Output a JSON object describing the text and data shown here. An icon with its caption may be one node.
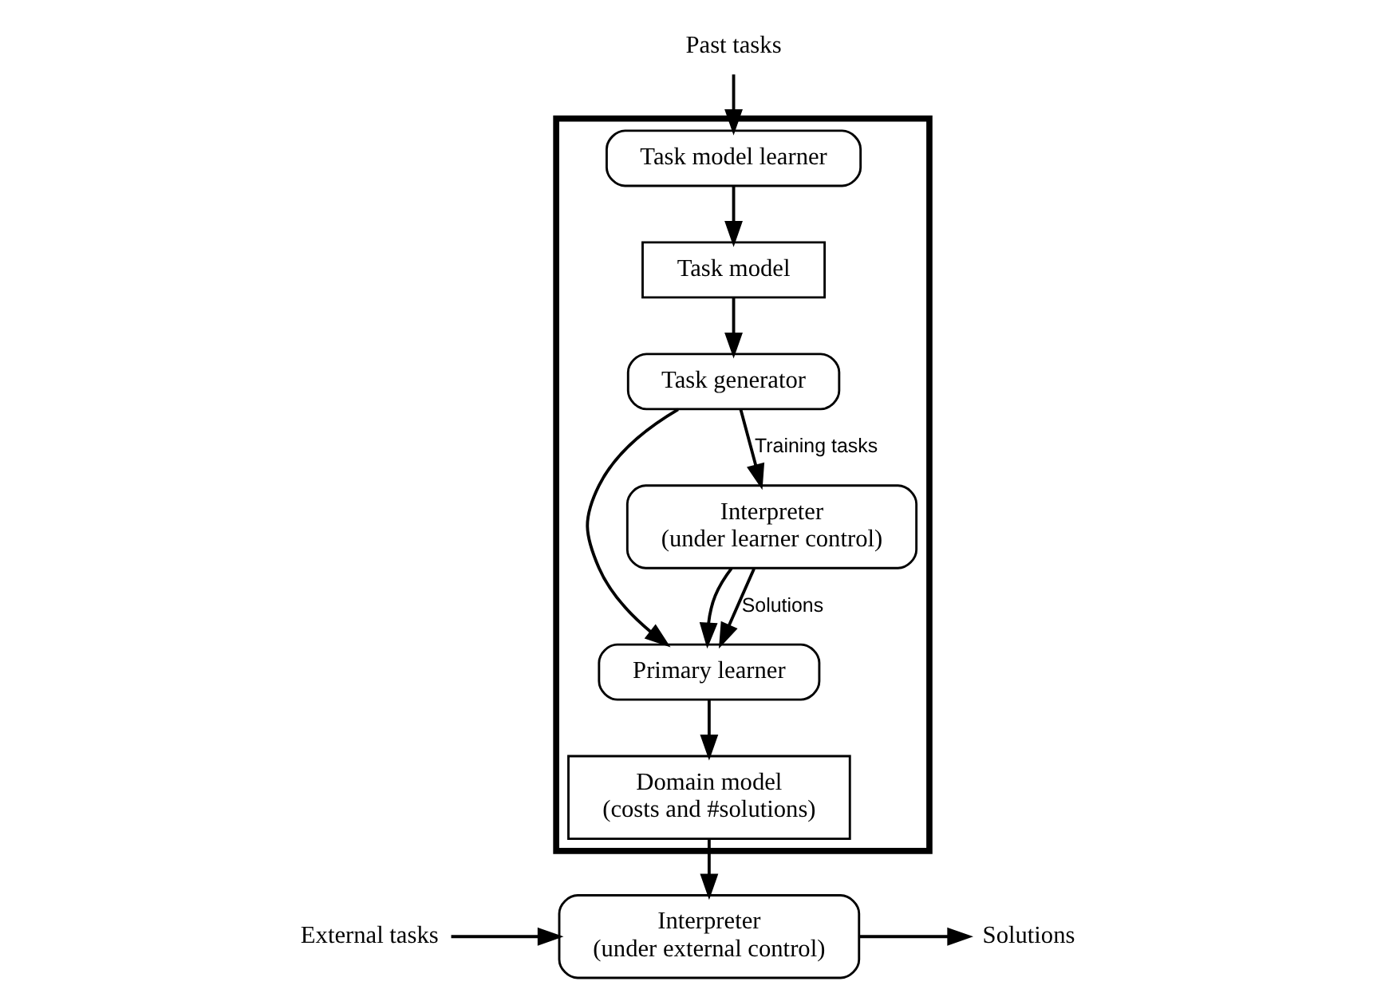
{
  "diagram": {
    "nodes": [
      {
        "text": [
          "Interpreter",
          "(under external control)"
        ]
      },
      {
        "text": [
          "External tasks"
        ]
      },
      {
        "text": [
          "Solutions"
        ]
      },
      {
        "text": [],
        "shape": "box"
      },
      {
        "text": [
          "Past tasks"
        ]
      },
      {
        "text": [
          "Task model learner"
        ],
        "in": 3
      },
      {
        "text": [
          "Domain model",
          "(costs and #solutions)"
        ],
        "in": 3
      },
      {
        "text": [
          "Task model"
        ],
        "in": 3
      },
      {
        "text": [
          "Primary learner"
        ],
        "in": 3
      },
      {
        "text": [
          "Task generator"
        ],
        "in": 3
      },
      {
        "text": [
          "Interpreter",
          "(under learner control)"
        ],
        "in": 3
      }
    ],
    "edges": [
      {
        "from": 1,
        "to": 0,
        "arrow": "to"
      },
      {
        "from": 0,
        "to": 2,
        "arrow": "to"
      },
      {
        "from": 4,
        "to": 5,
        "arrow": "to"
      },
      {
        "from": 5,
        "to": 7,
        "arrow": "to"
      },
      {
        "from": 7,
        "to": 9,
        "arrow": "to"
      },
      {
        "from": 9,
        "to": 10,
        "arrow": "to",
        "label": "Training tasks"
      },
      {
        "from": 9,
        "to": 8,
        "arrow": "to"
      },
      {
        "from": 10,
        "to": 8,
        "arrow": "to"
      },
      {
        "from": 10,
        "to": 8,
        "arrow": "to",
        "label": "Solutions"
      },
      {
        "from": 8,
        "to": 6,
        "arrow": "to"
      },
      {
        "from": 6,
        "to": 0,
        "arrow": "to"
      }
    ]
  }
}
